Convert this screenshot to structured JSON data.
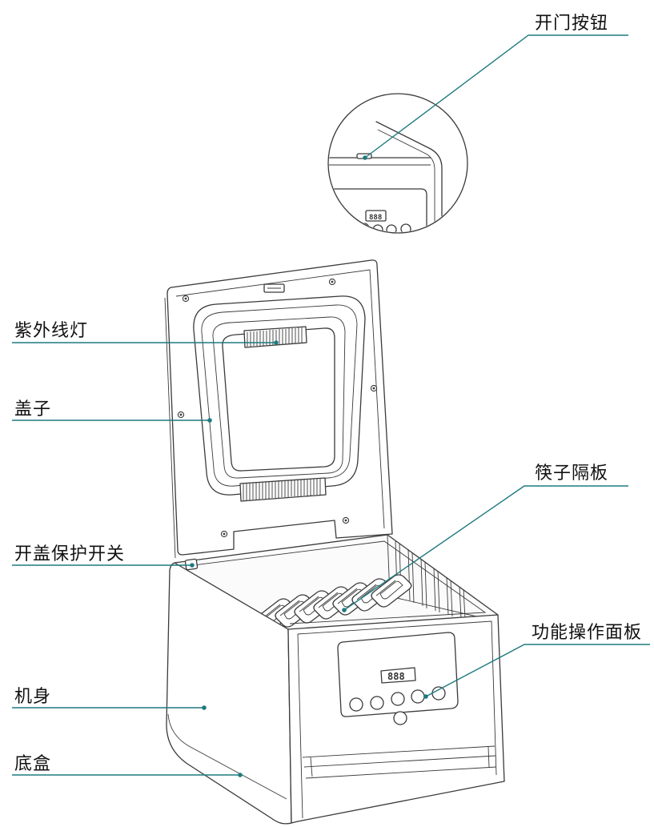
{
  "labels": {
    "door_button": "开门按钮",
    "uv_lamp": "紫外线灯",
    "lid": "盖子",
    "chopstick_divider": "筷子隔板",
    "lid_protection_switch": "开盖保护开关",
    "control_panel": "功能操作面板",
    "body": "机身",
    "bottom_box": "底盒"
  },
  "display": {
    "zoom_readout": "888",
    "panel_readout": "888"
  },
  "colors": {
    "leader": "#1f7a80",
    "outline": "#3a3a3a"
  }
}
